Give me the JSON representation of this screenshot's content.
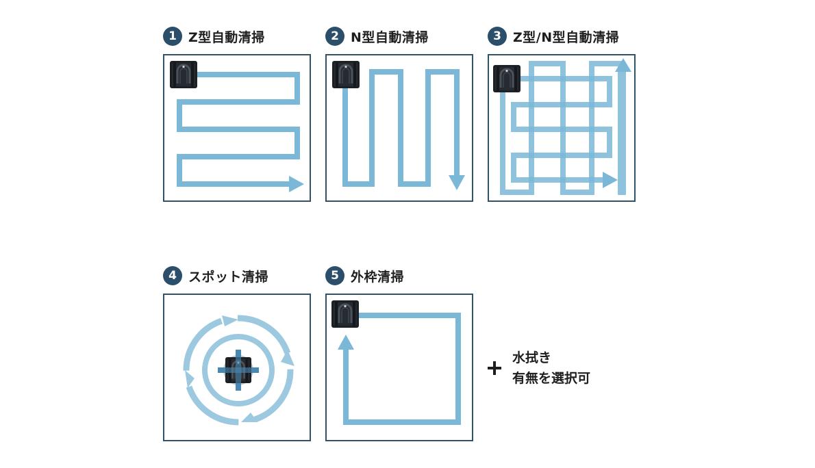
{
  "modes": [
    {
      "number": "1",
      "title": "Z型自動清掃"
    },
    {
      "number": "2",
      "title": "N型自動清掃"
    },
    {
      "number": "3",
      "title": "Z型/N型自動清掃"
    },
    {
      "number": "4",
      "title": "スポット清掃"
    },
    {
      "number": "5",
      "title": "外枠清掃"
    }
  ],
  "option": {
    "lines": [
      "水拭き",
      "有無を選択可"
    ]
  },
  "colors": {
    "badge": "#2b4f6a",
    "panel_border": "#2f5268",
    "path": "#7bb7d6",
    "path_overlap": "#4a88b3",
    "robot_body": "#1d2126",
    "text": "#1e1e1e"
  },
  "icons": {
    "robot": "window-cleaning-robot-icon",
    "option": "plus-icon"
  }
}
